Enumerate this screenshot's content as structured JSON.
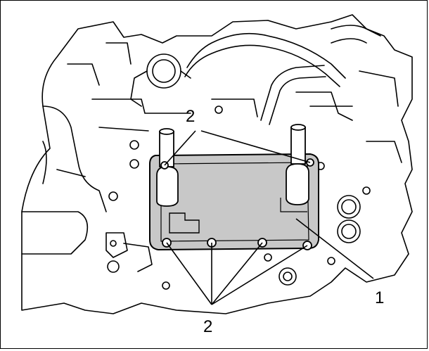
{
  "callouts": {
    "bolts_top": "2",
    "oil_cooler": "1",
    "bolts_bottom": "2"
  },
  "colors": {
    "line": "#000000",
    "cooler_fill": "#c8c8c8",
    "background": "#ffffff"
  }
}
